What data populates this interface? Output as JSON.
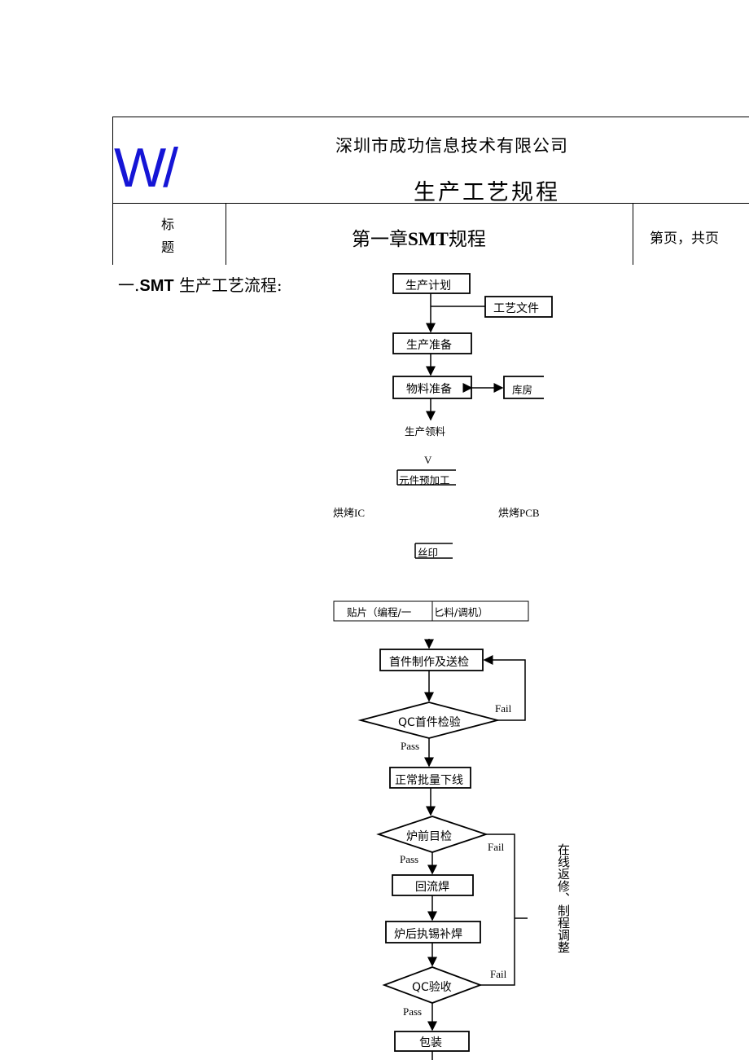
{
  "header": {
    "logo_text": "W/",
    "company": "深圳市成功信息技术有限公司",
    "doc_type": "生产工艺规程",
    "label_line1": "标",
    "label_line2": "题",
    "chapter_prefix": "第一章",
    "chapter_bold": "SMT",
    "chapter_suffix": "规程",
    "page_info": "第页，共页"
  },
  "section": {
    "prefix": "一.",
    "bold": "SMT",
    "suffix": "生产工艺流程:"
  },
  "flow": {
    "plan": "生产计划",
    "process_doc": "工艺文件",
    "prep": "生产准备",
    "material_prep": "物料准备",
    "warehouse": "库房",
    "issue_material": "生产领料",
    "v_mark_1": "V",
    "preprocess": "元件预加工",
    "bake_ic": "烘烤IC",
    "bake_pcb": "烘烤PCB",
    "print": "丝印",
    "placement_a": "贴片（编程/一",
    "placement_b": "匕料/调机）",
    "v_mark_2": "V",
    "first_article": "首件制作及送检",
    "qc_first": "QC首件检验",
    "fail_1": "Fail",
    "pass_1": "Pass",
    "mass_prod": "正常批量下线",
    "pre_oven": "炉前目检",
    "fail_2": "Fail",
    "pass_2": "Pass",
    "reflow": "回流焊",
    "post_oven": "炉后执锡补焊",
    "qc_accept": "QC验收",
    "fail_3": "Fail",
    "pass_3": "Pass",
    "packing": "包装",
    "side_note": "在线返修、制程调整"
  }
}
